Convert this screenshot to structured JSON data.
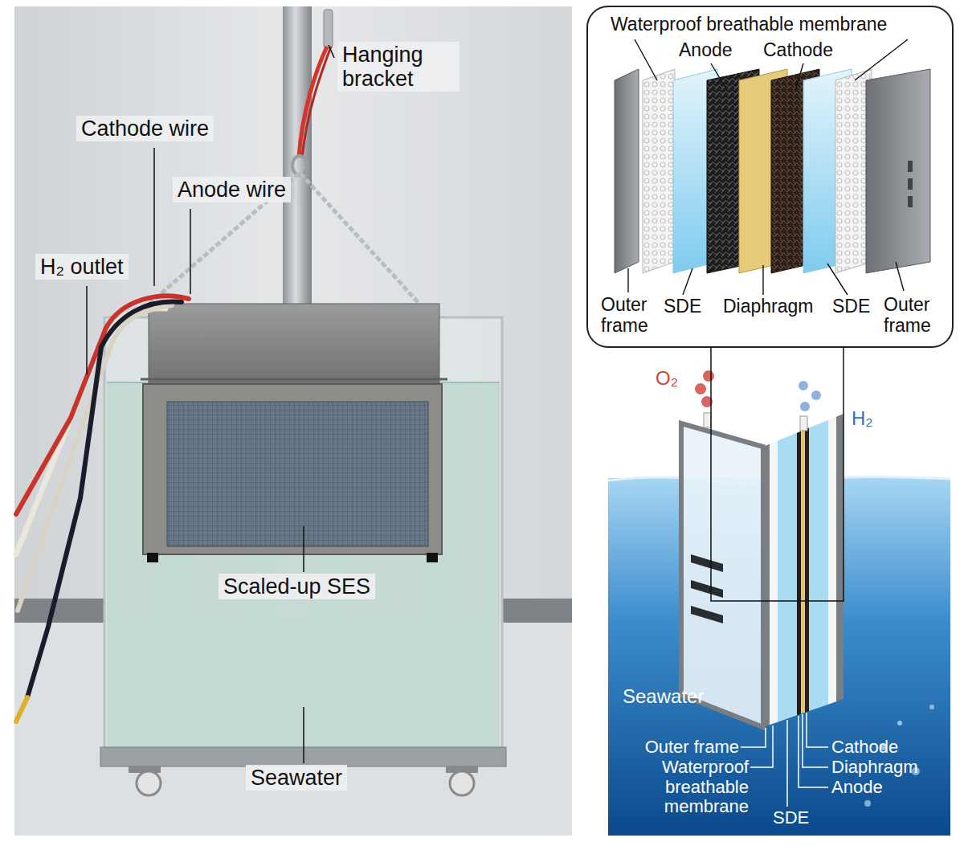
{
  "diagram": {
    "labels": [
      "Hanging bracket",
      "Cathode wire",
      "Anode wire",
      "H₂ outlet",
      "Scaled-up SES",
      "Seawater",
      "Waterproof breathable membrane",
      "Anode",
      "Cathode",
      "Outer frame",
      "SDE",
      "Diaphragm",
      "SDE",
      "Outer frame",
      "O₂",
      "H₂",
      "Seawater",
      "Outer frame",
      "Waterproof breathable membrane",
      "SDE",
      "Cathode",
      "Diaphragm",
      "Anode"
    ]
  }
}
